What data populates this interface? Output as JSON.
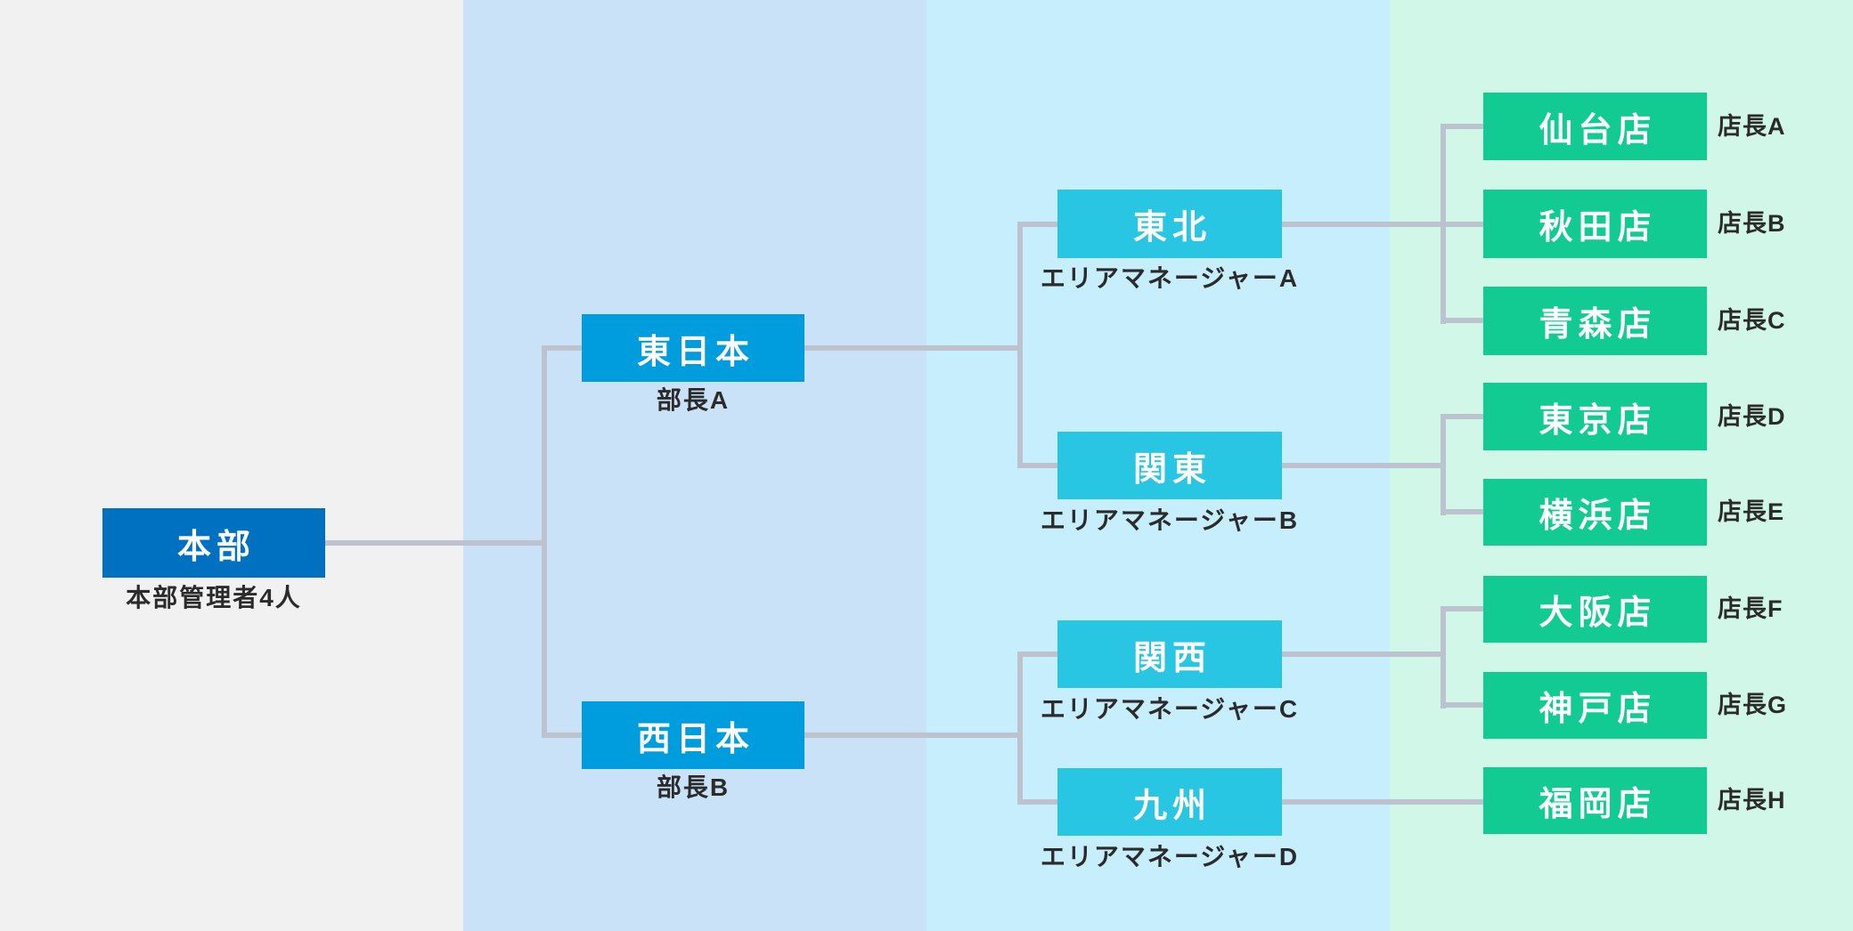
{
  "org_chart": {
    "hq": {
      "label": "本部",
      "sublabel": "本部管理者4人"
    },
    "regions": [
      {
        "label": "東日本",
        "sublabel": "部長A"
      },
      {
        "label": "西日本",
        "sublabel": "部長B"
      }
    ],
    "areas": [
      {
        "label": "東北",
        "sublabel": "エリアマネージャーA"
      },
      {
        "label": "関東",
        "sublabel": "エリアマネージャーB"
      },
      {
        "label": "関西",
        "sublabel": "エリアマネージャーC"
      },
      {
        "label": "九州",
        "sublabel": "エリアマネージャーD"
      }
    ],
    "stores": [
      {
        "label": "仙台店",
        "manager": "店長A"
      },
      {
        "label": "秋田店",
        "manager": "店長B"
      },
      {
        "label": "青森店",
        "manager": "店長C"
      },
      {
        "label": "東京店",
        "manager": "店長D"
      },
      {
        "label": "横浜店",
        "manager": "店長E"
      },
      {
        "label": "大阪店",
        "manager": "店長F"
      },
      {
        "label": "神戸店",
        "manager": "店長G"
      },
      {
        "label": "福岡店",
        "manager": "店長H"
      }
    ],
    "colors": {
      "band_gray": "#f1f1f1",
      "band_blue": "#c9e2f8",
      "band_cyan": "#c6eefd",
      "band_mint": "#d0f7e7",
      "hq_box": "#0070c0",
      "region_box": "#009dde",
      "area_box": "#28c6e2",
      "store_box": "#12cb92",
      "connector": "#bcc3ce"
    }
  }
}
